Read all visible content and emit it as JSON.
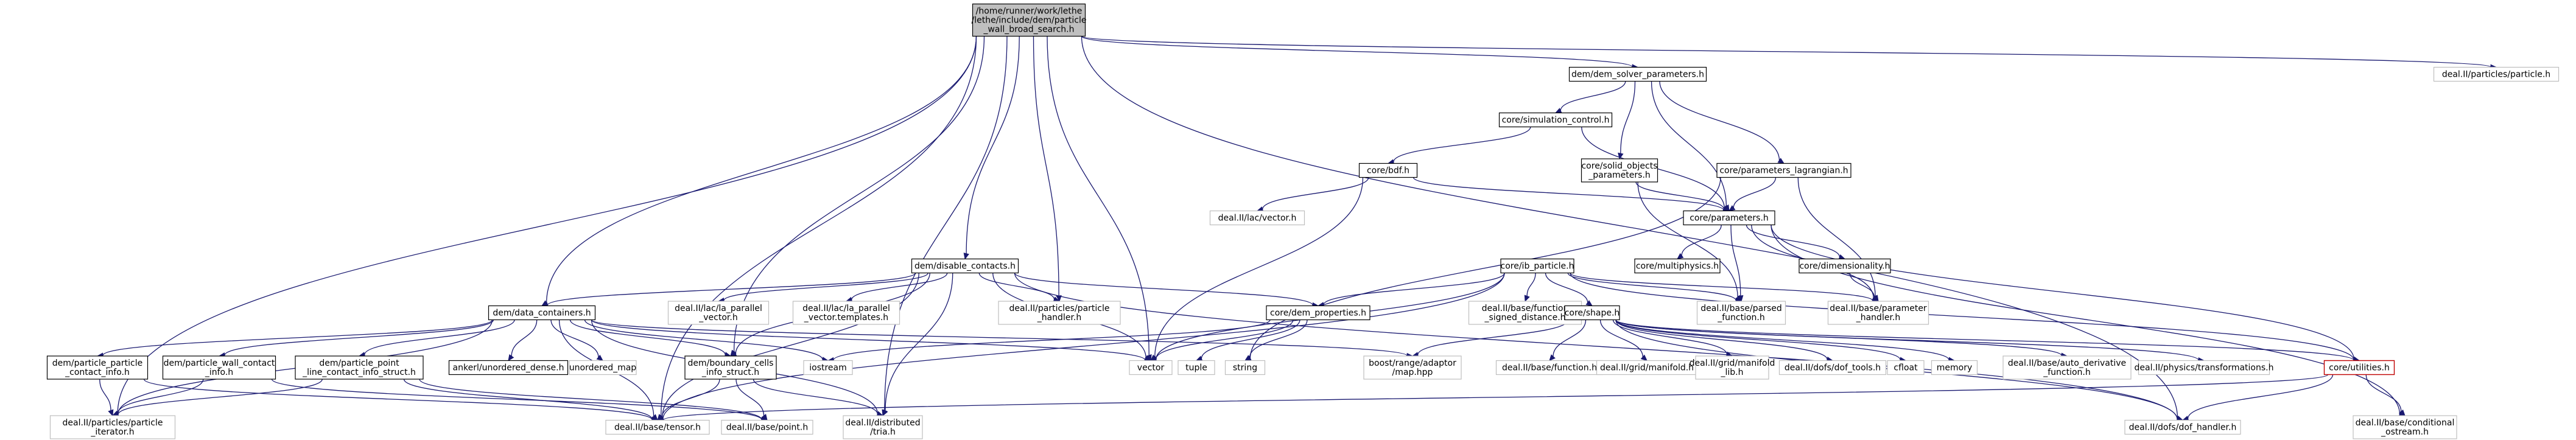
{
  "diagram": {
    "title": "",
    "nodes": [
      {
        "id": "root",
        "style": "root",
        "lines": [
          "/home/runner/work/lethe",
          "/lethe/include/dem/particle",
          "_wall_broad_search.h"
        ]
      },
      {
        "id": "dem_solver_parameters",
        "style": "box",
        "lines": [
          "dem/dem_solver_parameters.h"
        ]
      },
      {
        "id": "particles_particle",
        "style": "ext",
        "lines": [
          "deal.II/particles/particle.h"
        ]
      },
      {
        "id": "simulation_control",
        "style": "box",
        "lines": [
          "core/simulation_control.h"
        ]
      },
      {
        "id": "solid_objects",
        "style": "box",
        "lines": [
          "core/solid_objects",
          "_parameters.h"
        ]
      },
      {
        "id": "parameters_lagrangian",
        "style": "box",
        "lines": [
          "core/parameters_lagrangian.h"
        ]
      },
      {
        "id": "bdf",
        "style": "box",
        "lines": [
          "core/bdf.h"
        ]
      },
      {
        "id": "lac_vector",
        "style": "ext",
        "lines": [
          "deal.II/lac/vector.h"
        ]
      },
      {
        "id": "parameters",
        "style": "box",
        "lines": [
          "core/parameters.h"
        ]
      },
      {
        "id": "disable_contacts",
        "style": "box",
        "lines": [
          "dem/disable_contacts.h"
        ]
      },
      {
        "id": "ib_particle",
        "style": "box",
        "lines": [
          "core/ib_particle.h"
        ]
      },
      {
        "id": "multiphysics",
        "style": "box",
        "lines": [
          "core/multiphysics.h"
        ]
      },
      {
        "id": "dimensionality",
        "style": "box",
        "lines": [
          "core/dimensionality.h"
        ]
      },
      {
        "id": "data_containers",
        "style": "box",
        "lines": [
          "dem/data_containers.h"
        ]
      },
      {
        "id": "la_parallel_vector",
        "style": "ext",
        "lines": [
          "deal.II/lac/la_parallel",
          "_vector.h"
        ]
      },
      {
        "id": "la_parallel_vector_templates",
        "style": "ext",
        "lines": [
          "deal.II/lac/la_parallel",
          "_vector.templates.h"
        ]
      },
      {
        "id": "particle_handler",
        "style": "ext",
        "lines": [
          "deal.II/particles/particle",
          "_handler.h"
        ]
      },
      {
        "id": "dem_properties",
        "style": "box",
        "lines": [
          "core/dem_properties.h"
        ]
      },
      {
        "id": "function_signed_distance",
        "style": "ext",
        "lines": [
          "deal.II/base/function",
          "_signed_distance.h"
        ]
      },
      {
        "id": "shape",
        "style": "box",
        "lines": [
          "core/shape.h"
        ]
      },
      {
        "id": "parsed_function",
        "style": "ext",
        "lines": [
          "deal.II/base/parsed",
          "_function.h"
        ]
      },
      {
        "id": "parameter_handler",
        "style": "ext",
        "lines": [
          "deal.II/base/parameter",
          "_handler.h"
        ]
      },
      {
        "id": "particle_particle_contact_info",
        "style": "box",
        "lines": [
          "dem/particle_particle",
          "_contact_info.h"
        ]
      },
      {
        "id": "particle_wall_contact_info",
        "style": "box",
        "lines": [
          "dem/particle_wall_contact",
          "_info.h"
        ]
      },
      {
        "id": "particle_point_line",
        "style": "box",
        "lines": [
          "dem/particle_point",
          "_line_contact_info_struct.h"
        ]
      },
      {
        "id": "ankerl",
        "style": "box",
        "lines": [
          "ankerl/unordered_dense.h"
        ]
      },
      {
        "id": "unordered_map",
        "style": "ext",
        "lines": [
          "unordered_map"
        ]
      },
      {
        "id": "boundary_cells",
        "style": "box",
        "lines": [
          "dem/boundary_cells",
          "_info_struct.h"
        ]
      },
      {
        "id": "iostream",
        "style": "ext",
        "lines": [
          "iostream"
        ]
      },
      {
        "id": "vector",
        "style": "ext",
        "lines": [
          "vector"
        ]
      },
      {
        "id": "tuple",
        "style": "ext",
        "lines": [
          "tuple"
        ]
      },
      {
        "id": "string",
        "style": "ext",
        "lines": [
          "string"
        ]
      },
      {
        "id": "boost_adaptor",
        "style": "ext",
        "lines": [
          "boost/range/adaptor",
          "/map.hpp"
        ]
      },
      {
        "id": "base_function",
        "style": "ext",
        "lines": [
          "deal.II/base/function.h"
        ]
      },
      {
        "id": "grid_manifold",
        "style": "ext",
        "lines": [
          "deal.II/grid/manifold.h"
        ]
      },
      {
        "id": "grid_manifold_lib",
        "style": "ext",
        "lines": [
          "deal.II/grid/manifold",
          "_lib.h"
        ]
      },
      {
        "id": "dof_tools",
        "style": "ext",
        "lines": [
          "deal.II/dofs/dof_tools.h"
        ]
      },
      {
        "id": "cfloat",
        "style": "ext",
        "lines": [
          "cfloat"
        ]
      },
      {
        "id": "memory",
        "style": "ext",
        "lines": [
          "memory"
        ]
      },
      {
        "id": "auto_derivative",
        "style": "ext",
        "lines": [
          "deal.II/base/auto_derivative",
          "_function.h"
        ]
      },
      {
        "id": "transformations",
        "style": "ext",
        "lines": [
          "deal.II/physics/transformations.h"
        ]
      },
      {
        "id": "utilities",
        "style": "red",
        "lines": [
          "core/utilities.h"
        ]
      },
      {
        "id": "particle_iterator",
        "style": "ext",
        "lines": [
          "deal.II/particles/particle",
          "_iterator.h"
        ]
      },
      {
        "id": "tensor",
        "style": "ext",
        "lines": [
          "deal.II/base/tensor.h"
        ]
      },
      {
        "id": "point",
        "style": "ext",
        "lines": [
          "deal.II/base/point.h"
        ]
      },
      {
        "id": "distributed_tria",
        "style": "ext",
        "lines": [
          "deal.II/distributed",
          "/tria.h"
        ]
      },
      {
        "id": "dof_handler",
        "style": "ext",
        "lines": [
          "deal.II/dofs/dof_handler.h"
        ]
      },
      {
        "id": "conditional_ostream",
        "style": "ext",
        "lines": [
          "deal.II/base/conditional",
          "_ostream.h"
        ]
      }
    ],
    "edges": [
      [
        "root",
        "dem_solver_parameters"
      ],
      [
        "root",
        "particles_particle"
      ],
      [
        "root",
        "disable_contacts"
      ],
      [
        "root",
        "data_containers"
      ],
      [
        "root",
        "particle_handler"
      ],
      [
        "root",
        "vector"
      ],
      [
        "root",
        "boundary_cells"
      ],
      [
        "root",
        "particle_iterator"
      ],
      [
        "root",
        "distributed_tria"
      ],
      [
        "root",
        "dof_handler"
      ],
      [
        "root",
        "tensor"
      ],
      [
        "dem_solver_parameters",
        "simulation_control"
      ],
      [
        "dem_solver_parameters",
        "solid_objects"
      ],
      [
        "dem_solver_parameters",
        "parameters_lagrangian"
      ],
      [
        "dem_solver_parameters",
        "parameters"
      ],
      [
        "simulation_control",
        "bdf"
      ],
      [
        "simulation_control",
        "parameters"
      ],
      [
        "bdf",
        "lac_vector"
      ],
      [
        "bdf",
        "parameters"
      ],
      [
        "bdf",
        "vector"
      ],
      [
        "solid_objects",
        "parameters"
      ],
      [
        "solid_objects",
        "parsed_function"
      ],
      [
        "parameters_lagrangian",
        "parameters"
      ],
      [
        "parameters_lagrangian",
        "parameter_handler"
      ],
      [
        "parameters_lagrangian",
        "string"
      ],
      [
        "parameters",
        "multiphysics"
      ],
      [
        "parameters",
        "dimensionality"
      ],
      [
        "parameters",
        "parsed_function"
      ],
      [
        "parameters",
        "parameter_handler"
      ],
      [
        "parameters",
        "utilities"
      ],
      [
        "parameters",
        "conditional_ostream"
      ],
      [
        "dimensionality",
        "parameter_handler"
      ],
      [
        "disable_contacts",
        "data_containers"
      ],
      [
        "disable_contacts",
        "la_parallel_vector"
      ],
      [
        "disable_contacts",
        "la_parallel_vector_templates"
      ],
      [
        "disable_contacts",
        "particle_handler"
      ],
      [
        "disable_contacts",
        "dem_properties"
      ],
      [
        "disable_contacts",
        "boundary_cells"
      ],
      [
        "disable_contacts",
        "vector"
      ],
      [
        "disable_contacts",
        "distributed_tria"
      ],
      [
        "disable_contacts",
        "tensor"
      ],
      [
        "disable_contacts",
        "dof_handler"
      ],
      [
        "ib_particle",
        "dem_properties"
      ],
      [
        "ib_particle",
        "function_signed_distance"
      ],
      [
        "ib_particle",
        "shape"
      ],
      [
        "ib_particle",
        "parsed_function"
      ],
      [
        "ib_particle",
        "parameter_handler"
      ],
      [
        "ib_particle",
        "vector"
      ],
      [
        "ib_particle",
        "tensor"
      ],
      [
        "ib_particle",
        "utilities"
      ],
      [
        "dem_properties",
        "tuple"
      ],
      [
        "dem_properties",
        "string"
      ],
      [
        "dem_properties",
        "vector"
      ],
      [
        "dem_properties",
        "iostream"
      ],
      [
        "shape",
        "boost_adaptor"
      ],
      [
        "shape",
        "base_function"
      ],
      [
        "shape",
        "grid_manifold"
      ],
      [
        "shape",
        "grid_manifold_lib"
      ],
      [
        "shape",
        "dof_tools"
      ],
      [
        "shape",
        "cfloat"
      ],
      [
        "shape",
        "memory"
      ],
      [
        "shape",
        "auto_derivative"
      ],
      [
        "shape",
        "transformations"
      ],
      [
        "shape",
        "utilities"
      ],
      [
        "shape",
        "dof_handler"
      ],
      [
        "utilities",
        "tensor"
      ],
      [
        "utilities",
        "dof_handler"
      ],
      [
        "utilities",
        "conditional_ostream"
      ],
      [
        "data_containers",
        "particle_particle_contact_info"
      ],
      [
        "data_containers",
        "particle_wall_contact_info"
      ],
      [
        "data_containers",
        "particle_point_line"
      ],
      [
        "data_containers",
        "ankerl"
      ],
      [
        "data_containers",
        "unordered_map"
      ],
      [
        "data_containers",
        "boundary_cells"
      ],
      [
        "data_containers",
        "iostream"
      ],
      [
        "data_containers",
        "vector"
      ],
      [
        "data_containers",
        "boost_adaptor"
      ],
      [
        "data_containers",
        "particle_iterator"
      ],
      [
        "data_containers",
        "tensor"
      ],
      [
        "data_containers",
        "distributed_tria"
      ],
      [
        "particle_particle_contact_info",
        "particle_iterator"
      ],
      [
        "particle_particle_contact_info",
        "tensor"
      ],
      [
        "particle_wall_contact_info",
        "particle_iterator"
      ],
      [
        "particle_wall_contact_info",
        "point"
      ],
      [
        "particle_point_line",
        "particle_iterator"
      ],
      [
        "particle_point_line",
        "point"
      ],
      [
        "particle_point_line",
        "tensor"
      ],
      [
        "boundary_cells",
        "point"
      ],
      [
        "boundary_cells",
        "tensor"
      ],
      [
        "boundary_cells",
        "distributed_tria"
      ]
    ]
  }
}
